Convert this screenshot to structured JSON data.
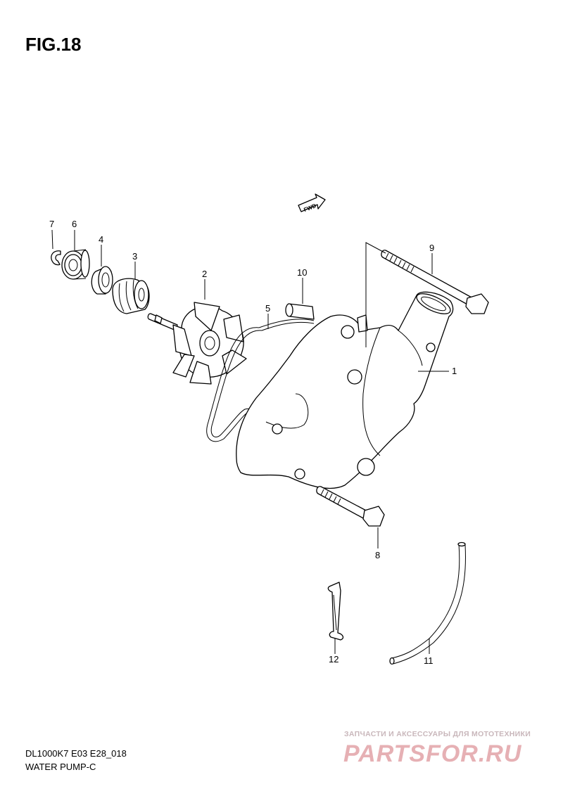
{
  "figure": {
    "title": "FIG.18"
  },
  "fwd_label": "FWD",
  "callouts": [
    "1",
    "2",
    "3",
    "4",
    "5",
    "6",
    "7",
    "8",
    "9",
    "10",
    "11",
    "12"
  ],
  "footer": {
    "model_code": "DL1000K7 E03 E28_018",
    "caption": "WATER PUMP-C"
  },
  "watermark": {
    "tagline": "ЗАПЧАСТИ И АКСЕССУАРЫ ДЛЯ МОТОТЕХНИКИ",
    "logo": "PARTSFOR.RU",
    "color": "#c4242b"
  }
}
